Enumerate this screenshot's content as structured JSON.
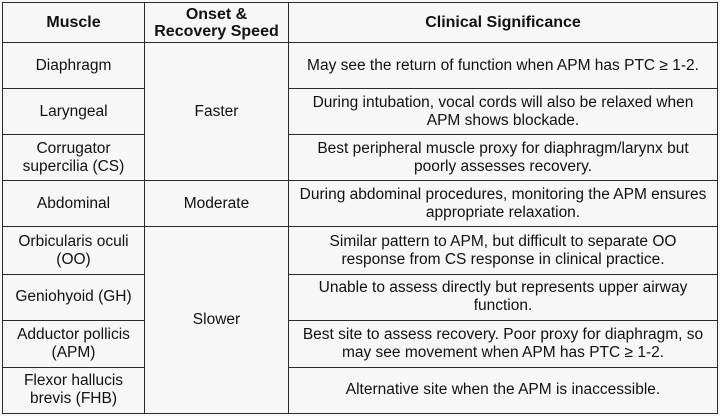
{
  "headers": {
    "muscle": "Muscle",
    "speed": "Onset & Recovery Speed",
    "significance": "Clinical Significance"
  },
  "speed_groups": {
    "faster": "Faster",
    "moderate": "Moderate",
    "slower": "Slower"
  },
  "rows": [
    {
      "muscle": "Diaphragm",
      "significance": "May see the return of function when APM has PTC ≥ 1-2."
    },
    {
      "muscle": "Laryngeal",
      "significance": "During intubation, vocal cords will also be relaxed when APM shows blockade."
    },
    {
      "muscle": "Corrugator supercilia (CS)",
      "significance": "Best peripheral muscle proxy for diaphragm/larynx but poorly assesses recovery."
    },
    {
      "muscle": "Abdominal",
      "significance": "During abdominal procedures, monitoring the APM ensures appropriate relaxation."
    },
    {
      "muscle": "Orbicularis oculi (OO)",
      "significance": "Similar pattern to APM, but difficult to separate OO response from CS response in clinical practice."
    },
    {
      "muscle": "Geniohyoid (GH)",
      "significance": "Unable to assess directly but represents upper airway function."
    },
    {
      "muscle": "Adductor pollicis (APM)",
      "significance": "Best site to assess recovery. Poor proxy for diaphragm, so may see movement when APM has PTC ≥ 1-2."
    },
    {
      "muscle": "Flexor hallucis brevis (FHB)",
      "significance": "Alternative site when the APM is inaccessible."
    }
  ]
}
